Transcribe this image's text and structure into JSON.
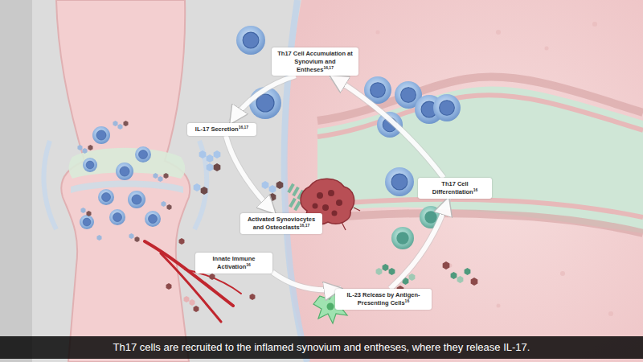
{
  "diagram": {
    "caption": "Th17 cells are recruited to the inflamed synovium and entheses, where they release IL-17.",
    "nodes": [
      {
        "text": [
          "Th17 Cell Accumulation at Synovium and Entheses",
          "16,17"
        ]
      },
      {
        "text": [
          "IL-17 Secretion",
          "16,17"
        ]
      },
      {
        "text": [
          "Th17 Cell Differentiation",
          "16"
        ]
      },
      {
        "text": [
          "Activated Synoviocytes and Osteoclasts",
          "16,17"
        ]
      },
      {
        "text": [
          "Innate Immune Activation",
          "16"
        ]
      },
      {
        "text": [
          "IL-23 Release by Antigen- Presenting Cells",
          "16"
        ]
      }
    ],
    "edges": [
      {
        "from": 4,
        "to": 5,
        "arrow": "to"
      },
      {
        "from": 5,
        "to": 2,
        "arrow": "to"
      },
      {
        "from": 2,
        "to": 0,
        "arrow": "to"
      },
      {
        "from": 0,
        "to": 1,
        "arrow": "to"
      },
      {
        "from": 1,
        "to": 3,
        "arrow": "to"
      }
    ]
  }
}
